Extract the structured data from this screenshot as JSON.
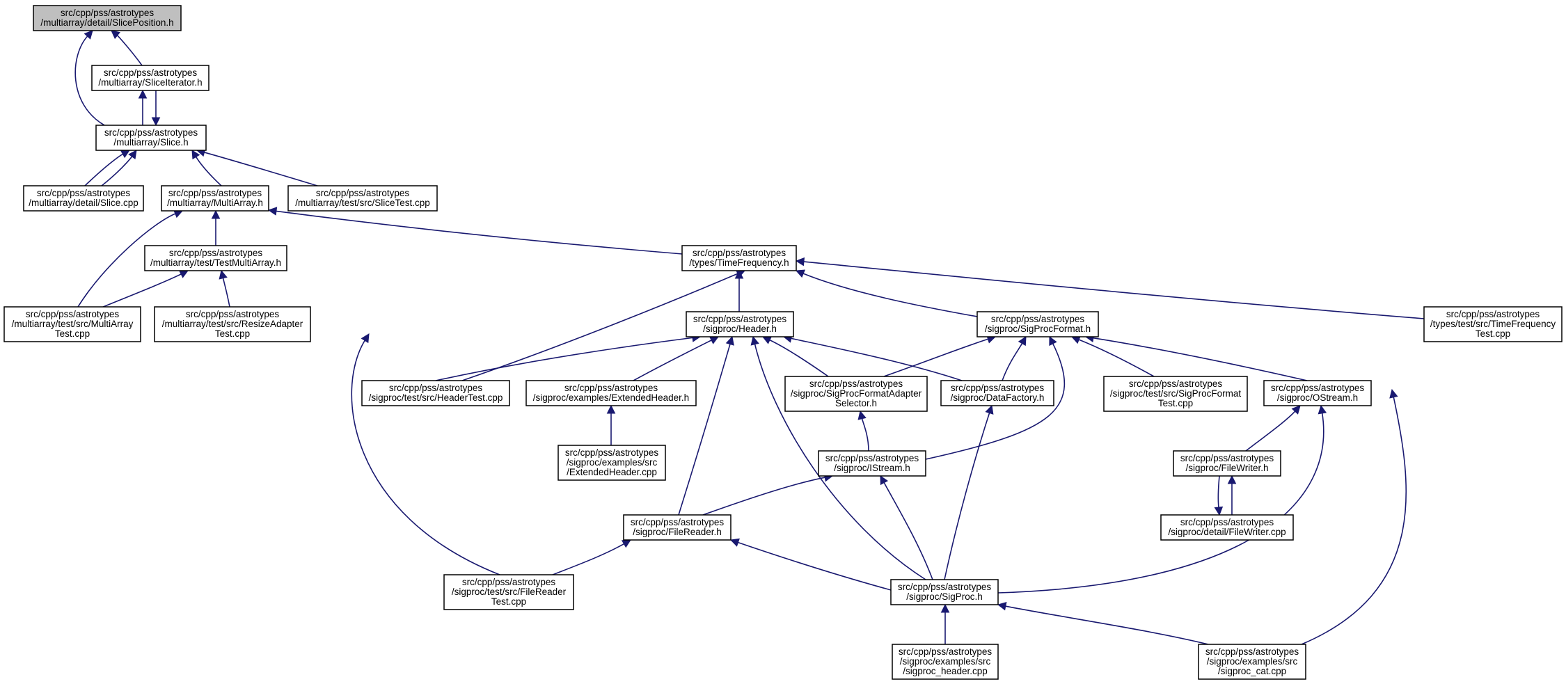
{
  "nodes": [
    {
      "id": "sliceposition",
      "lines": [
        "src/cpp/pss/astrotypes",
        "/multiarray/detail/SlicePosition.h"
      ],
      "root": true
    },
    {
      "id": "sliceiterator",
      "lines": [
        "src/cpp/pss/astrotypes",
        "/multiarray/SliceIterator.h"
      ]
    },
    {
      "id": "slice",
      "lines": [
        "src/cpp/pss/astrotypes",
        "/multiarray/Slice.h"
      ]
    },
    {
      "id": "slicecpp",
      "lines": [
        "src/cpp/pss/astrotypes",
        "/multiarray/detail/Slice.cpp"
      ]
    },
    {
      "id": "multiarray",
      "lines": [
        "src/cpp/pss/astrotypes",
        "/multiarray/MultiArray.h"
      ]
    },
    {
      "id": "slicetest",
      "lines": [
        "src/cpp/pss/astrotypes",
        "/multiarray/test/src/SliceTest.cpp"
      ]
    },
    {
      "id": "testmultiarray",
      "lines": [
        "src/cpp/pss/astrotypes",
        "/multiarray/test/TestMultiArray.h"
      ]
    },
    {
      "id": "multiarraytest",
      "lines": [
        "src/cpp/pss/astrotypes",
        "/multiarray/test/src/MultiArray",
        "Test.cpp"
      ]
    },
    {
      "id": "resizeadapter",
      "lines": [
        "src/cpp/pss/astrotypes",
        "/multiarray/test/src/ResizeAdapter",
        "Test.cpp"
      ]
    },
    {
      "id": "timefrequency",
      "lines": [
        "src/cpp/pss/astrotypes",
        "/types/TimeFrequency.h"
      ]
    },
    {
      "id": "header",
      "lines": [
        "src/cpp/pss/astrotypes",
        "/sigproc/Header.h"
      ]
    },
    {
      "id": "sigprocformat",
      "lines": [
        "src/cpp/pss/astrotypes",
        "/sigproc/SigProcFormat.h"
      ]
    },
    {
      "id": "tftest",
      "lines": [
        "src/cpp/pss/astrotypes",
        "/types/test/src/TimeFrequency",
        "Test.cpp"
      ]
    },
    {
      "id": "headertest",
      "lines": [
        "src/cpp/pss/astrotypes",
        "/sigproc/test/src/HeaderTest.cpp"
      ]
    },
    {
      "id": "extheader",
      "lines": [
        "src/cpp/pss/astrotypes",
        "/sigproc/examples/ExtendedHeader.h"
      ]
    },
    {
      "id": "adaptersel",
      "lines": [
        "src/cpp/pss/astrotypes",
        "/sigproc/SigProcFormatAdapter",
        "Selector.h"
      ]
    },
    {
      "id": "datafactory",
      "lines": [
        "src/cpp/pss/astrotypes",
        "/sigproc/DataFactory.h"
      ]
    },
    {
      "id": "spformattest",
      "lines": [
        "src/cpp/pss/astrotypes",
        "/sigproc/test/src/SigProcFormat",
        "Test.cpp"
      ]
    },
    {
      "id": "ostream",
      "lines": [
        "src/cpp/pss/astrotypes",
        "/sigproc/OStream.h"
      ]
    },
    {
      "id": "extheadercpp",
      "lines": [
        "src/cpp/pss/astrotypes",
        "/sigproc/examples/src",
        "/ExtendedHeader.cpp"
      ]
    },
    {
      "id": "istream",
      "lines": [
        "src/cpp/pss/astrotypes",
        "/sigproc/IStream.h"
      ]
    },
    {
      "id": "filewriter",
      "lines": [
        "src/cpp/pss/astrotypes",
        "/sigproc/FileWriter.h"
      ]
    },
    {
      "id": "filewritercpp",
      "lines": [
        "src/cpp/pss/astrotypes",
        "/sigproc/detail/FileWriter.cpp"
      ]
    },
    {
      "id": "filereader",
      "lines": [
        "src/cpp/pss/astrotypes",
        "/sigproc/FileReader.h"
      ]
    },
    {
      "id": "filereadertest",
      "lines": [
        "src/cpp/pss/astrotypes",
        "/sigproc/test/src/FileReader",
        "Test.cpp"
      ]
    },
    {
      "id": "sigproc",
      "lines": [
        "src/cpp/pss/astrotypes",
        "/sigproc/SigProc.h"
      ]
    },
    {
      "id": "sigprocheader",
      "lines": [
        "src/cpp/pss/astrotypes",
        "/sigproc/examples/src",
        "/sigproc_header.cpp"
      ]
    },
    {
      "id": "sigproccat",
      "lines": [
        "src/cpp/pss/astrotypes",
        "/sigproc/examples/src",
        "/sigproc_cat.cpp"
      ]
    }
  ],
  "edges": [
    [
      "sliceiterator",
      "sliceposition"
    ],
    [
      "slice",
      "sliceposition"
    ],
    [
      "slice",
      "sliceiterator"
    ],
    [
      "sliceiterator",
      "slice"
    ],
    [
      "slicecpp",
      "slice"
    ],
    [
      "slice",
      "slicecpp"
    ],
    [
      "multiarray",
      "slice"
    ],
    [
      "slicetest",
      "slice"
    ],
    [
      "testmultiarray",
      "multiarray"
    ],
    [
      "multiarraytest",
      "multiarray"
    ],
    [
      "timefrequency",
      "multiarray"
    ],
    [
      "multiarraytest",
      "testmultiarray"
    ],
    [
      "resizeadapter",
      "testmultiarray"
    ],
    [
      "header",
      "timefrequency"
    ],
    [
      "sigprocformat",
      "timefrequency"
    ],
    [
      "tftest",
      "timefrequency"
    ],
    [
      "headertest",
      "timefrequency"
    ],
    [
      "filereadertest",
      "timefrequency"
    ],
    [
      "sigproccat",
      "timefrequency"
    ],
    [
      "headertest",
      "header"
    ],
    [
      "extheader",
      "header"
    ],
    [
      "adaptersel",
      "header"
    ],
    [
      "datafactory",
      "header"
    ],
    [
      "filereader",
      "header"
    ],
    [
      "sigproc",
      "header"
    ],
    [
      "adaptersel",
      "sigprocformat"
    ],
    [
      "datafactory",
      "sigprocformat"
    ],
    [
      "spformattest",
      "sigprocformat"
    ],
    [
      "ostream",
      "sigprocformat"
    ],
    [
      "istream",
      "sigprocformat"
    ],
    [
      "extheadercpp",
      "extheader"
    ],
    [
      "istream",
      "adaptersel"
    ],
    [
      "sigproc",
      "datafactory"
    ],
    [
      "filereader",
      "istream"
    ],
    [
      "sigproc",
      "istream"
    ],
    [
      "filewriter",
      "ostream"
    ],
    [
      "sigproc",
      "ostream"
    ],
    [
      "filewritercpp",
      "filewriter"
    ],
    [
      "filewriter",
      "filewritercpp"
    ],
    [
      "filereadertest",
      "filereader"
    ],
    [
      "sigproc",
      "filereader"
    ],
    [
      "sigprocheader",
      "sigproc"
    ],
    [
      "sigproccat",
      "sigproc"
    ]
  ]
}
